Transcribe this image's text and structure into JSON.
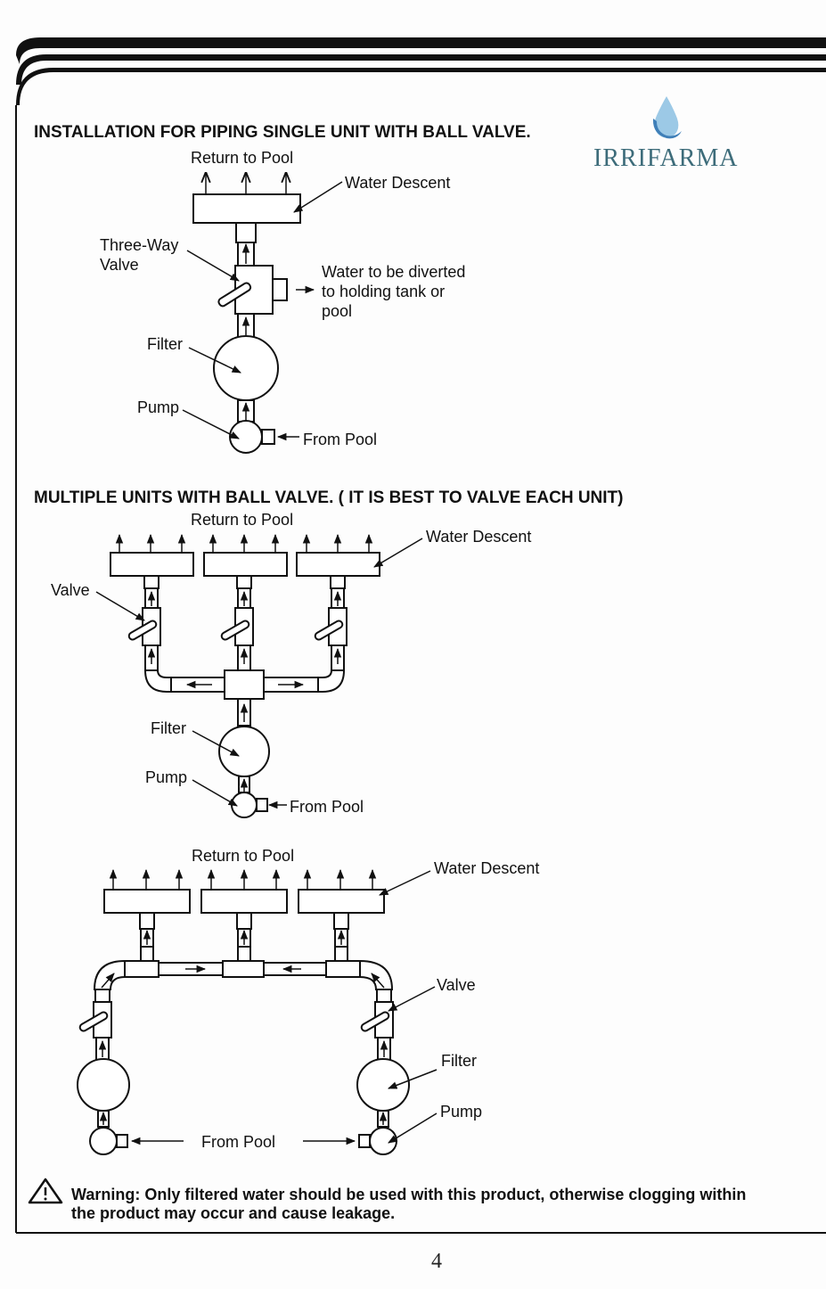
{
  "brand": {
    "name": "IRRIFARMA",
    "logo_icon": "water-drop-icon",
    "logo_colors": {
      "drop": "#9cc9e6",
      "crescent": "#3f7fb8",
      "text": "#3d6c7a"
    }
  },
  "section1": {
    "heading": "INSTALLATION FOR PIPING SINGLE UNIT WITH  BALL VALVE.",
    "labels": {
      "return_to_pool": "Return to Pool",
      "water_descent": "Water Descent",
      "three_way_line1": "Three-Way",
      "three_way_line2": "Valve",
      "diverted_line1": "Water to be diverted",
      "diverted_line2": "to holding tank or",
      "diverted_line3": "pool",
      "filter": "Filter",
      "pump": "Pump",
      "from_pool": "From Pool"
    }
  },
  "section2": {
    "heading": "MULTIPLE UNITS WITH BALL VALVE. ( IT IS BEST TO VALVE EACH UNIT)",
    "labels": {
      "return_to_pool": "Return to Pool",
      "water_descent": "Water Descent",
      "valve": "Valve",
      "filter": "Filter",
      "pump": "Pump",
      "from_pool": "From Pool"
    }
  },
  "section3": {
    "labels": {
      "return_to_pool": "Return to Pool",
      "water_descent": "Water Descent",
      "valve": "Valve",
      "filter": "Filter",
      "pump": "Pump",
      "from_pool": "From Pool"
    }
  },
  "warning": {
    "icon": "warning-triangle-icon",
    "line1": "Warning: Only filtered water should be used with this product, otherwise clogging within",
    "line2": "the product may occur and cause leakage."
  },
  "page_number": "4"
}
